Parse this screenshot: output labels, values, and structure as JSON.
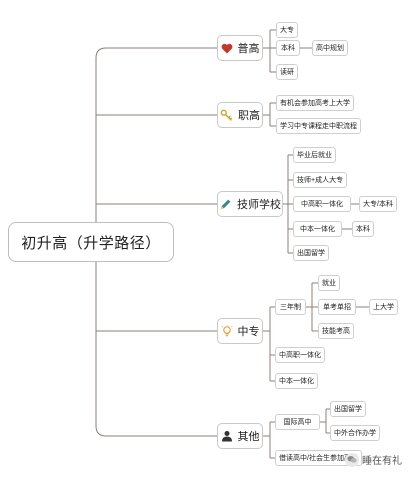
{
  "root": "初升高（升学路径）",
  "branches": {
    "putong": {
      "label": "普高",
      "icon": "heart-icon",
      "items": {
        "dazhuan": "大专",
        "benke": "本科",
        "gaozhong_guihua": "高中规划",
        "duyan": "读研"
      }
    },
    "zhigao": {
      "label": "职高",
      "icon": "key-icon",
      "items": {
        "gaokao": "有机会参加高考上大学",
        "zhongzhi": "学习中专课程走中职流程"
      }
    },
    "jishi": {
      "label": "技师学校",
      "icon": "pencil-icon",
      "items": {
        "jiuye": "毕业后就业",
        "chengren": "技师+成人大专",
        "zhonggaozhi": "中高职一体化",
        "dazhuan_benke": "大专/本科",
        "zhongben": "中本一体化",
        "benke": "本科",
        "liuxue": "出国留学"
      }
    },
    "zhongzhuan": {
      "label": "中专",
      "icon": "lightbulb-icon",
      "items": {
        "sannian": "三年制",
        "jiuye": "就业",
        "dankao": "单考单招",
        "shangdaxue": "上大学",
        "jineng": "技能考高",
        "zhonggaozhi": "中高职一体化",
        "zhongben": "中本一体化"
      }
    },
    "qita": {
      "label": "其他",
      "icon": "person-icon",
      "items": {
        "guoji": "国际高中",
        "liuxue": "出国留学",
        "zhongwai": "中外合作办学",
        "shehui": "借读高中/社会生参加高考"
      }
    }
  },
  "watermark": "睡在有礼",
  "colors": {
    "line": "#8c7f77",
    "node_border": "#c9c9c9",
    "heart": "#c0392b",
    "key": "#d4a017",
    "pencil": "#2e8b8b",
    "bulb": "#e39b2f",
    "person": "#333333"
  }
}
